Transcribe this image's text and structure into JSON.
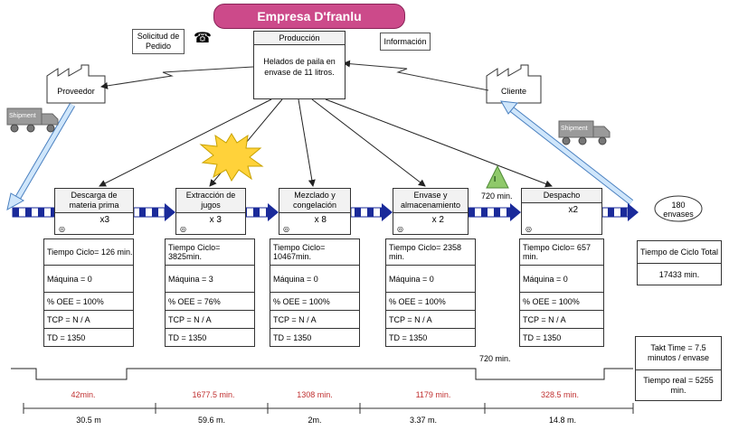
{
  "title": "Empresa  D'franlu",
  "solicitud": "Solicitud de Pedido",
  "produccion": {
    "header": "Producción",
    "body": "Helados de paila en envase de 11 litros."
  },
  "informacion": "Información",
  "proveedor": "Proveedor",
  "cliente": "Cliente",
  "shipment_left": "Shipment",
  "shipment_right": "Shipment",
  "inventory_label": "I",
  "inventory_time": "720 min.",
  "customer_oval": "180 envases",
  "processes": [
    {
      "name": "Descarga de materia prima",
      "count": "x3",
      "metrics": [
        "Tiempo Ciclo= 126 min.",
        "Máquina = 0",
        "% OEE = 100%",
        "TCP = N / A",
        "TD = 1350"
      ]
    },
    {
      "name": "Extracción de jugos",
      "count": "x 3",
      "metrics": [
        "Tiempo Ciclo= 3825min.",
        "Máquina = 3",
        "% OEE = 76%",
        "TCP = N / A",
        "TD = 1350"
      ]
    },
    {
      "name": "Mezclado y congelación",
      "count": "x 8",
      "metrics": [
        "Tiempo Ciclo= 10467min.",
        "Máquina = 0",
        "% OEE = 100%",
        "TCP = N / A",
        "TD = 1350"
      ]
    },
    {
      "name": "Envase y almacenamiento",
      "count": "x 2",
      "metrics": [
        "Tiempo Ciclo= 2358 min.",
        "Máquina = 0",
        "% OEE = 100%",
        "TCP = N / A",
        "TD = 1350"
      ]
    },
    {
      "name": "Despacho",
      "count": "x2",
      "metrics": [
        "Tiempo Ciclo= 657 min.",
        "Máquina = 0",
        "% OEE = 100%",
        "TCP = N / A",
        "TD = 1350"
      ]
    }
  ],
  "summary": {
    "cycle_label": "Tiempo de Ciclo Total",
    "cycle_value": "17433 min.",
    "takt": "Takt Time = 7.5 minutos / envase",
    "real": "Tiempo real = 5255 min."
  },
  "timeline": {
    "wait_label": "720 min.",
    "times": [
      "42min.",
      "1677.5 min.",
      "1308 min.",
      "1179 min.",
      "328.5 min."
    ],
    "distances": [
      "30.5 m",
      "59.6 m.",
      "2m.",
      "3.37 m.",
      "14.8 m."
    ]
  },
  "colors": {
    "banner": "#cc4a8a",
    "push_arrow": "#1a2a9a",
    "timeline_red": "#c03030",
    "burst": "#ffd23a"
  }
}
